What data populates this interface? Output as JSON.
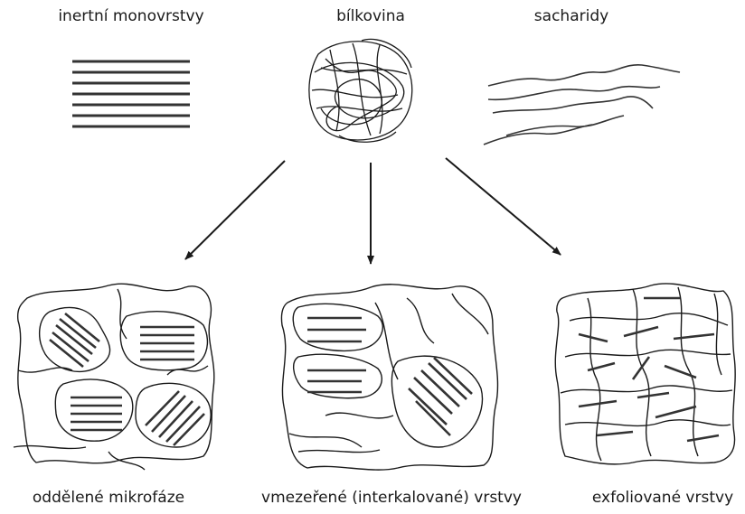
{
  "labels": {
    "inert_monolayers": "inertní monovrstvy",
    "protein": "bílkovina",
    "saccharides": "sacharidy",
    "separated_microphases": "oddělené mikrofáze",
    "intercalated_layers": "vmezeřené (interkalované) vrstvy",
    "exfoliated_layers": "exfoliované vrstvy"
  },
  "colors": {
    "line": "#1a1a1a",
    "layer": "#333333"
  }
}
